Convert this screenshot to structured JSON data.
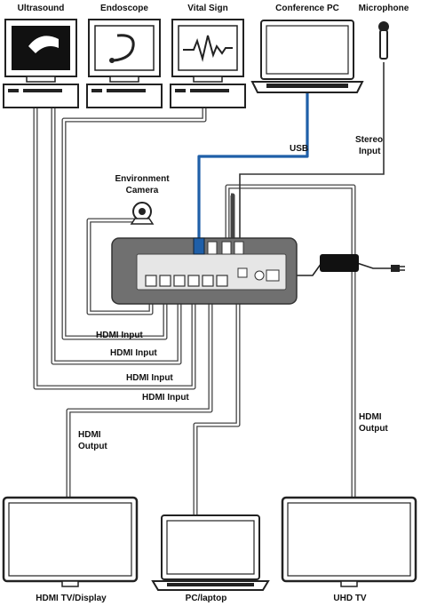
{
  "labels": {
    "ultrasound": "Ultrasound",
    "endoscope": "Endoscope",
    "vital_sign": "Vital Sign",
    "conference_pc": "Conference PC",
    "microphone": "Microphone",
    "usb": "USB",
    "stereo": "Stereo",
    "input": "Input",
    "environment": "Environment",
    "camera": "Camera",
    "hdmi_input_1": "HDMI Input",
    "hdmi_input_2": "HDMI Input",
    "hdmi_input_3": "HDMI Input",
    "hdmi_input_4": "HDMI Input",
    "hdmi": "HDMI",
    "output": "Output",
    "hdmi_output_right_1": "HDMI",
    "hdmi_output_right_2": "Output",
    "hdmi_tv_display": "HDMI TV/Display",
    "pc_laptop": "PC/laptop",
    "uhd_tv": "UHD TV"
  },
  "colors": {
    "cable": "#444444",
    "usb_cable": "#1f5fa8",
    "switcher_body": "#707070",
    "switcher_panel": "#e6e6e6"
  }
}
